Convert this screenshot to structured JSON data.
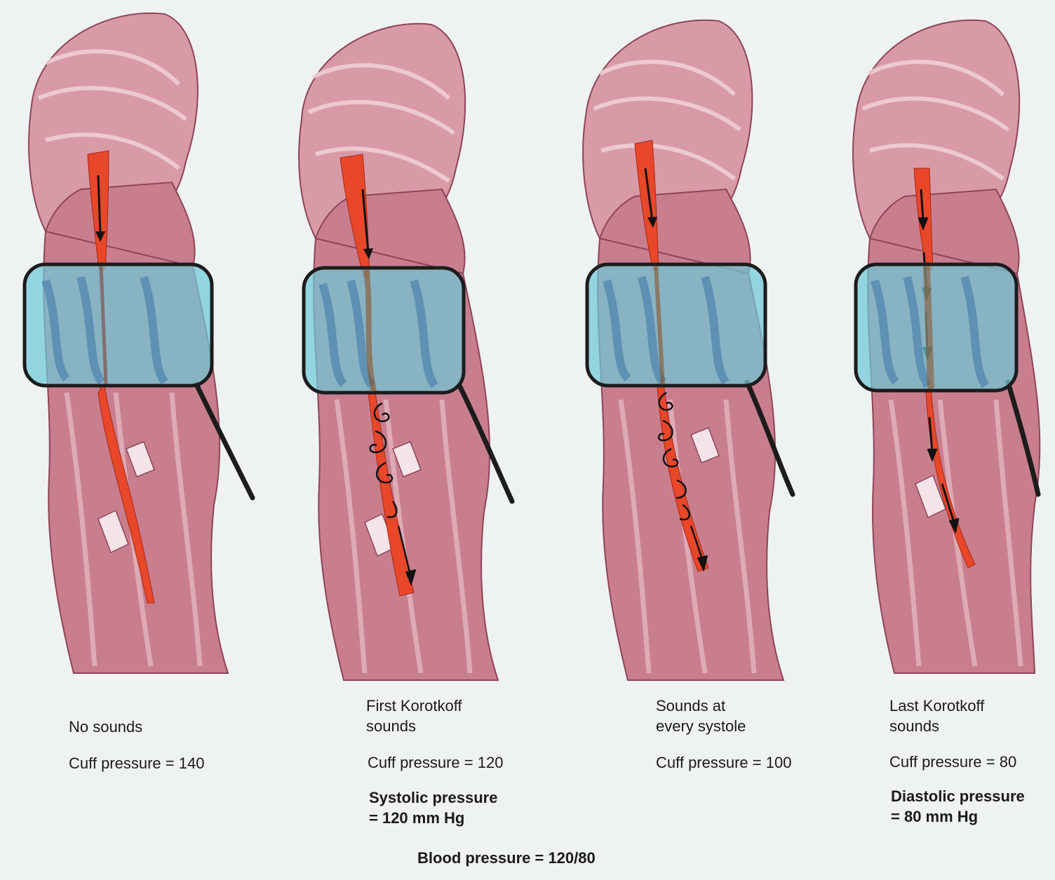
{
  "colors": {
    "muscle": "#c97e8e",
    "muscle_light": "#e7c3cc",
    "muscle_dark": "#8e4458",
    "artery": "#e8472a",
    "cuff_fill": "#6fc7d8",
    "cuff_stroke": "#1c1c1c",
    "background": "#eef3f2"
  },
  "panels": [
    {
      "id": "p1",
      "label": "No sounds",
      "cuff_pressure": "Cuff pressure = 140",
      "flow": "none"
    },
    {
      "id": "p2",
      "label": "First Korotkoff\nsounds",
      "cuff_pressure": "Cuff pressure = 120",
      "annotation": "Systolic pressure\n= 120 mm Hg",
      "flow": "turbulent"
    },
    {
      "id": "p3",
      "label": "Sounds at\nevery systole",
      "cuff_pressure": "Cuff pressure = 100",
      "flow": "turbulent"
    },
    {
      "id": "p4",
      "label": "Last Korotkoff\nsounds",
      "cuff_pressure": "Cuff pressure = 80",
      "annotation": "Diastolic pressure\n= 80 mm Hg",
      "flow": "laminar"
    }
  ],
  "summary": "Blood pressure = 120/80"
}
